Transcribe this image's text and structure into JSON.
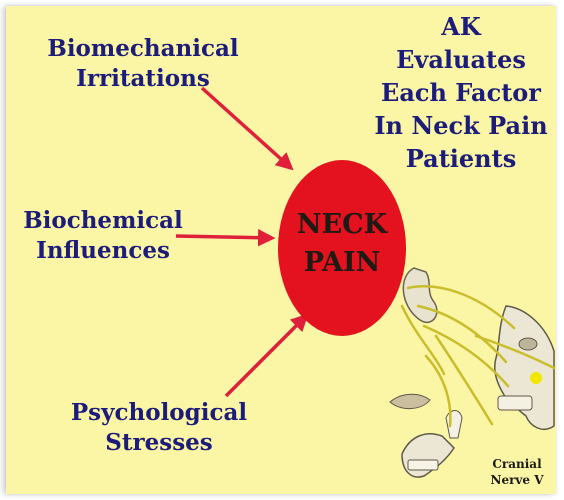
{
  "factors": [
    {
      "line1": "Biomechanical",
      "line2": "Irritations"
    },
    {
      "line1": "Biochemical",
      "line2": "Influences"
    },
    {
      "line1": "Psychological",
      "line2": "Stresses"
    }
  ],
  "center": {
    "line1": "NECK",
    "line2": "PAIN"
  },
  "title": [
    "AK",
    "Evaluates",
    "Each Factor",
    "In Neck Pain",
    "Patients"
  ],
  "illustration_caption": [
    "Cranial",
    "Nerve V"
  ],
  "colors": {
    "background": "#fbf5a6",
    "text": "#1c1c7a",
    "arrow": "#e0203a",
    "ellipse": "#e3121e"
  }
}
